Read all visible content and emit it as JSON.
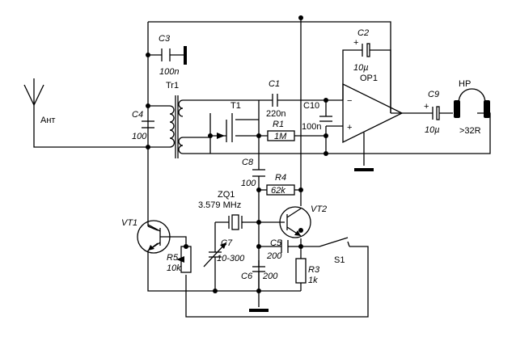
{
  "labels": {
    "antenna": "Ант",
    "c1_name": "C1",
    "c1_val": "220n",
    "c2_name": "C2",
    "c2_val": "10µ",
    "c3_name": "C3",
    "c3_val": "100n",
    "c4_name": "C4",
    "c4_val": "100",
    "c5_name": "C5",
    "c5_val": "200",
    "c6_name": "C6",
    "c6_val": "200",
    "c7_name": "C7",
    "c7_val": "10-300",
    "c8_name": "C8",
    "c8_val": "100",
    "c9_name": "C9",
    "c9_val": "10µ",
    "c10_name": "C10",
    "c10_val": "100n",
    "r1_name": "R1",
    "r1_val": "1M",
    "r3_name": "R3",
    "r3_val": "1k",
    "r4_name": "R4",
    "r4_val": "62k",
    "r5_name": "R5",
    "r5_val": "10k",
    "tr1": "Tr1",
    "t1": "T1",
    "op1": "OP1",
    "op_minus": "−",
    "op_plus": "+",
    "hp": "HP",
    "hp_imp": ">32R",
    "zq1": "ZQ1",
    "zq1_freq": "3.579 MHz",
    "vt1": "VT1",
    "vt2": "VT2",
    "s1": "S1",
    "plus": "+"
  }
}
